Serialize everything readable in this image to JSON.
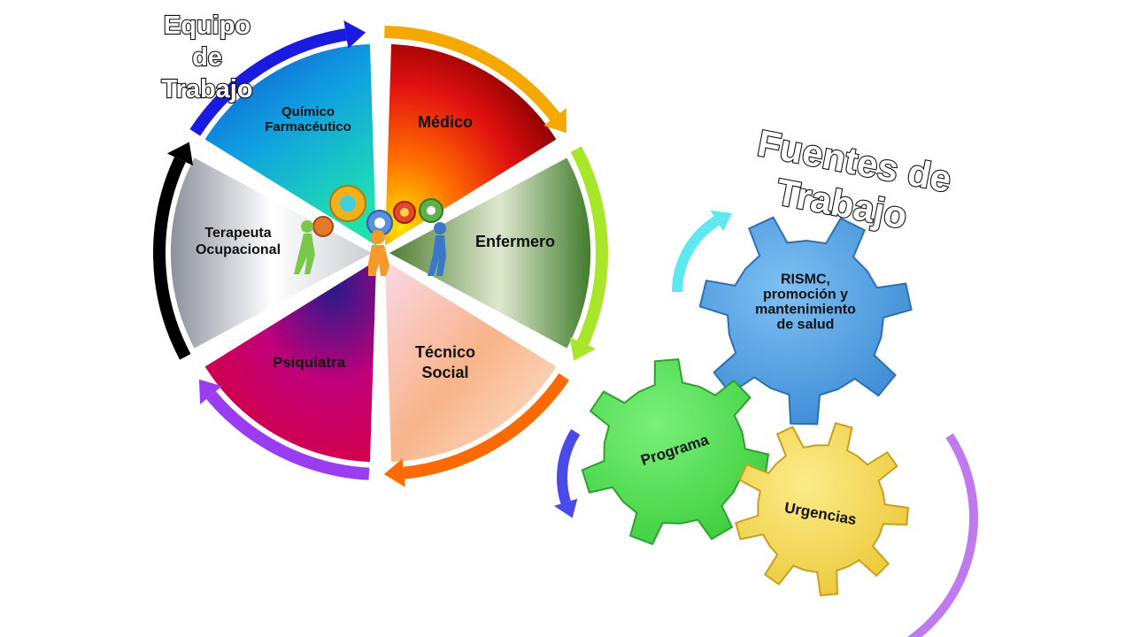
{
  "team": {
    "title": [
      "Equipo",
      "de",
      "Trabajo"
    ],
    "segments": [
      {
        "id": "quimico",
        "lines": [
          "Químico",
          "Farmacéutico"
        ]
      },
      {
        "id": "medico",
        "lines": [
          "Médico"
        ]
      },
      {
        "id": "enfermero",
        "lines": [
          "Enfermero"
        ]
      },
      {
        "id": "tecnico",
        "lines": [
          "Técnico",
          "Social"
        ]
      },
      {
        "id": "psiquiatra",
        "lines": [
          "Psiquiatra"
        ]
      },
      {
        "id": "terapeuta",
        "lines": [
          "Terapeuta",
          "Ocupacional"
        ]
      }
    ]
  },
  "sources": {
    "title": [
      "Fuentes de",
      "Trabajo"
    ],
    "gears": [
      {
        "id": "rismc",
        "lines": [
          "RISMC,",
          "promoción y",
          "mantenimiento",
          "de salud"
        ],
        "color": "#4a9ee0"
      },
      {
        "id": "programa",
        "lines": [
          "Programa"
        ],
        "color": "#55e055"
      },
      {
        "id": "urgencias",
        "lines": [
          "Urgencias"
        ],
        "color": "#f3dc50"
      }
    ]
  },
  "colors": {
    "arrow_blue": "#1a1ae0",
    "arrow_orange_top": "#f5a800",
    "arrow_lime": "#a8e62a",
    "arrow_orange_bottom": "#ff6a00",
    "arrow_purple": "#9a3cf0",
    "arrow_black": "#000000",
    "arrow_cyan": "#5ee8f0",
    "arrow_blue_small": "#4a4ae8",
    "arrow_violet": "#c07af0"
  }
}
